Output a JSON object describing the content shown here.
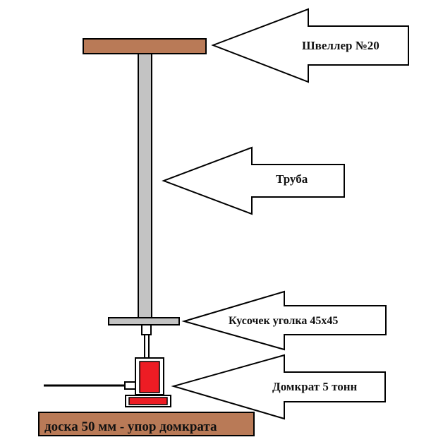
{
  "labels": {
    "channel": "Швеллер №20",
    "pipe": "Труба",
    "angle": "Кусочек уголка 45х45",
    "jack": "Домкрат 5 тонн",
    "board": "доска 50 мм - упор домкрата"
  },
  "colors": {
    "wood": "#b97a57",
    "pipe": "#c3c3c3",
    "jack": "#ed1c24",
    "outline": "#000000"
  }
}
